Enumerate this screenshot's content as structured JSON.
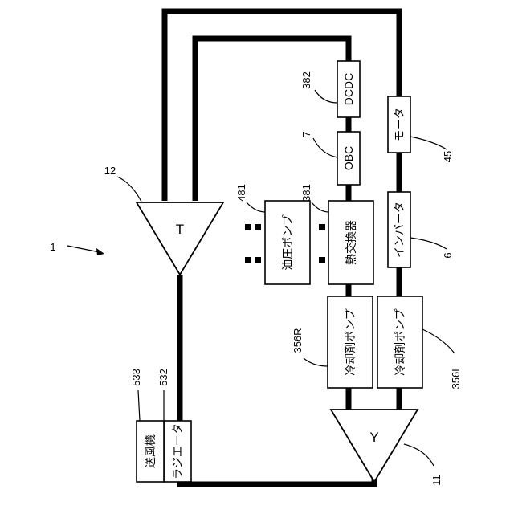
{
  "figure_number": "1",
  "components": {
    "tank": {
      "letter": "T",
      "ref": "12"
    },
    "y_junction": {
      "letter": "Y",
      "ref": "11"
    },
    "dcdc": {
      "label": "DCDC",
      "ref": "382"
    },
    "obc": {
      "label": "OBC",
      "ref": "7"
    },
    "heat_exchanger": {
      "label": "熱交換器",
      "ref": "381"
    },
    "oil_pump": {
      "label": "油圧ポンプ",
      "ref": "481"
    },
    "motor": {
      "label": "モータ",
      "ref": "45"
    },
    "inverter": {
      "label": "インバータ",
      "ref": "6"
    },
    "coolant_pump_r": {
      "label": "冷却剤ポンプ",
      "ref": "356R"
    },
    "coolant_pump_l": {
      "label": "冷却剤ポンプ",
      "ref": "356L"
    },
    "radiator": {
      "label": "ラジエータ",
      "ref": "532"
    },
    "blower": {
      "label": "送風機",
      "ref": "533"
    }
  }
}
